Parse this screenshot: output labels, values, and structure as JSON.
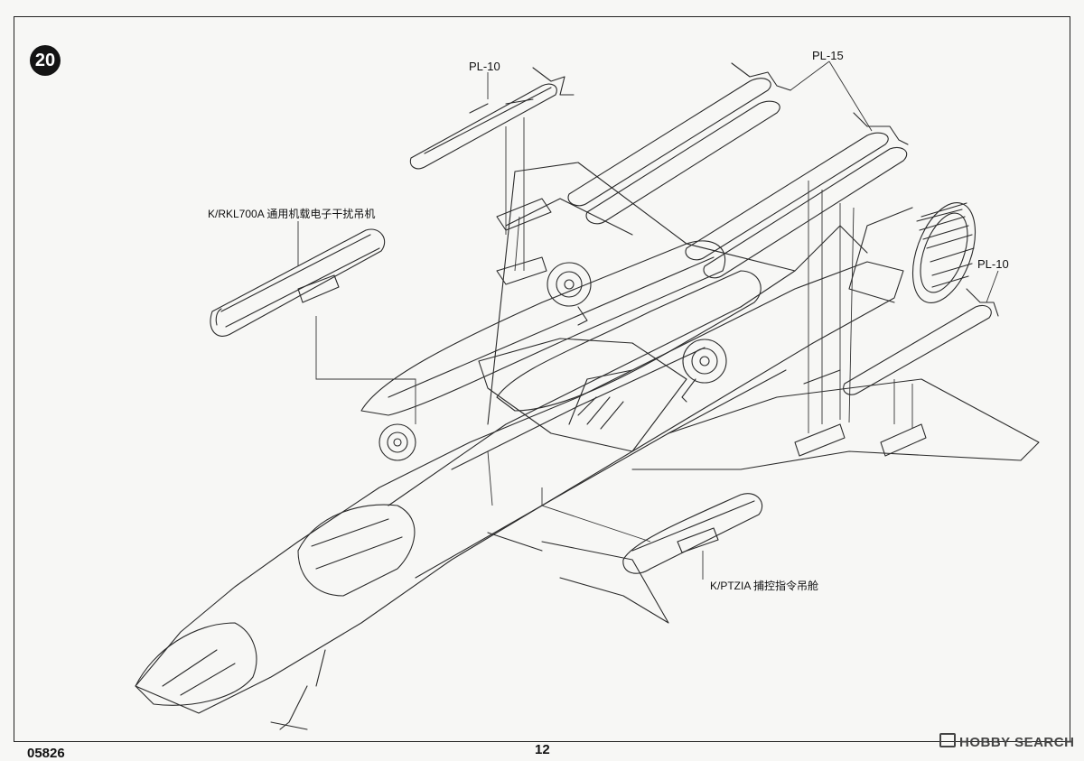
{
  "step": {
    "number": "20"
  },
  "labels": {
    "pl10_top": "PL-10",
    "pl15": "PL-15",
    "pl10_right": "PL-10",
    "rkl700a": "K/RKL700A 通用机载电子干扰吊机",
    "ptzia": "K/PTZIA 捕控指令吊舱"
  },
  "footer": {
    "kit_number": "05826",
    "page_number": "12",
    "watermark": "HOBBY SEARCH"
  }
}
